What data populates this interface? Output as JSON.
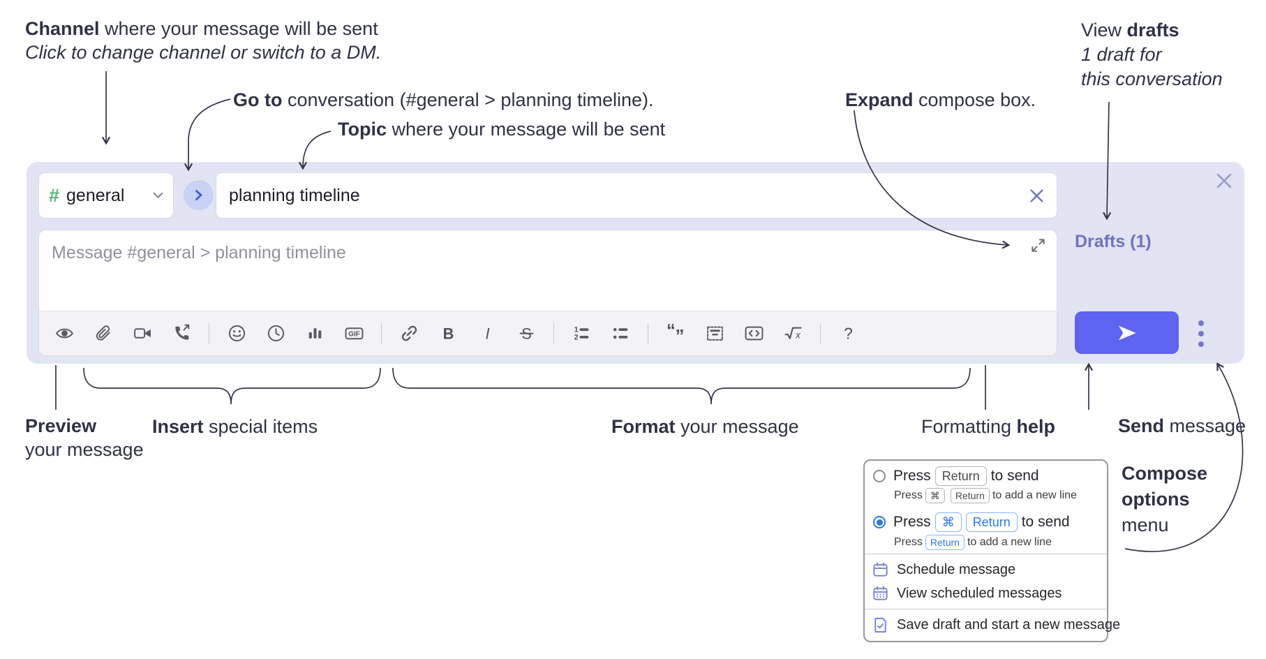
{
  "annotations": {
    "channel": {
      "bold": "Channel",
      "rest": " where your message will be sent",
      "line2": "Click to change channel or switch to a DM."
    },
    "go_to": {
      "bold": "Go to",
      "rest": " conversation (#general > planning timeline)."
    },
    "topic": {
      "bold": "Topic",
      "rest": " where your message will be sent"
    },
    "expand": {
      "bold": "Expand",
      "rest": " compose box."
    },
    "view_drafts": {
      "pre": "View ",
      "bold": "drafts",
      "line2": "1 draft for",
      "line3": "this conversation"
    },
    "preview": {
      "bold": "Preview",
      "line2": "your message"
    },
    "insert": {
      "bold": "Insert",
      "rest": " special items"
    },
    "format": {
      "bold": "Format",
      "rest": " your message"
    },
    "formatting_help": {
      "pre": "Formatting ",
      "bold": "help"
    },
    "send": {
      "bold": "Send",
      "rest": " message"
    },
    "compose_options": {
      "line1": "Compose",
      "line2": "options",
      "line3": "menu"
    }
  },
  "compose_box": {
    "channel": {
      "hash": "#",
      "name": "general"
    },
    "topic_input": {
      "value": "planning timeline"
    },
    "message_input": {
      "placeholder": "Message #general > planning timeline"
    },
    "drafts_link": "Drafts (1)",
    "toolbar": {
      "icons": [
        "preview-eye",
        "attach-file",
        "video-call",
        "voice-call",
        "emoji",
        "time",
        "poll",
        "gif",
        "link",
        "bold",
        "italic",
        "strikethrough",
        "numbered-list",
        "bulleted-list",
        "quote",
        "spoiler",
        "code",
        "math",
        "help"
      ],
      "glyphs": {
        "bold": "B",
        "italic": "I",
        "strikethrough": "S",
        "gif": "GIF",
        "ol1": "1",
        "ol2": "2",
        "math_x": "x",
        "help": "?"
      }
    }
  },
  "options_menu": {
    "send_options": [
      {
        "selected": false,
        "main_pre": "Press",
        "main_keys": [
          "Return"
        ],
        "main_post": "to send",
        "sub_pre": "Press",
        "sub_keys": [
          "⌘",
          "Return"
        ],
        "sub_post": "to add a new line"
      },
      {
        "selected": true,
        "main_pre": "Press",
        "main_keys": [
          "⌘",
          "Return"
        ],
        "main_post": "to send",
        "sub_pre": "Press",
        "sub_keys": [
          "Return"
        ],
        "sub_post": "to add a new line"
      }
    ],
    "items": [
      {
        "icon": "schedule-calendar-icon",
        "label": "Schedule message"
      },
      {
        "icon": "scheduled-messages-icon",
        "label": "View scheduled messages"
      },
      {
        "icon": "save-draft-icon",
        "label": "Save draft and start a new message"
      }
    ]
  },
  "colors": {
    "panel_bg": "#e2e4f3",
    "send_button": "#5f63f2",
    "drafts_link": "#6e74bf",
    "selected_key_blue": "#2b77ee",
    "menu_icon_purple": "#7b80d9",
    "hash_green": "#58b57c",
    "goto_arrow_blue": "#3b5bd9",
    "annotation_ink": "#2f3243"
  }
}
